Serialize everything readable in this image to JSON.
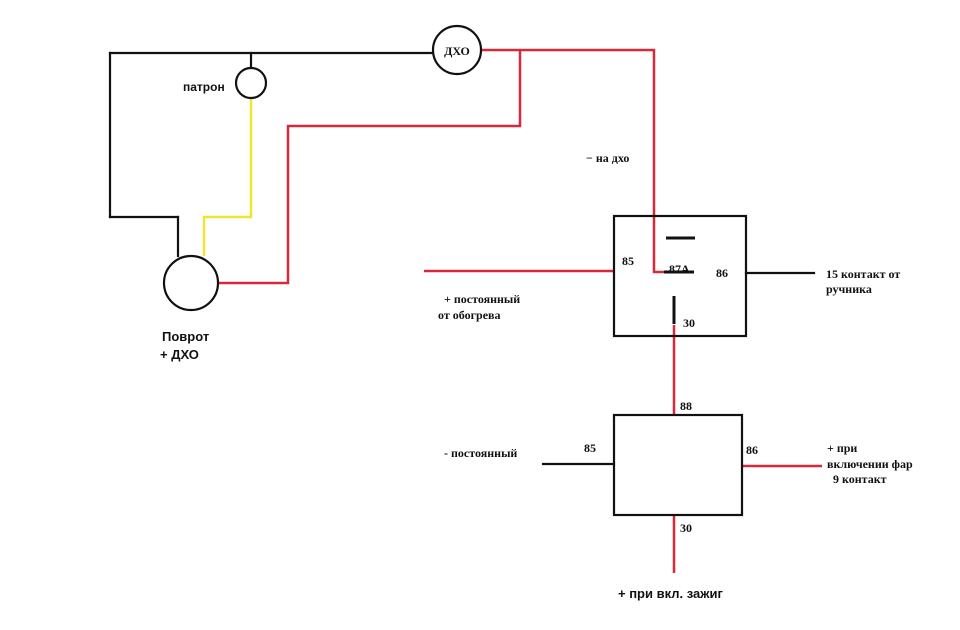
{
  "colors": {
    "black_wire": "#111111",
    "red_wire": "#d62a3a",
    "yellow_wire": "#f2e531",
    "background": "#ffffff"
  },
  "labels": {
    "dho_lamp": "ДХО",
    "patron": "патрон",
    "povrot_line1": "Поврот",
    "povrot_line2": "+ ДХО",
    "minus_na_dho": "− на дхо",
    "postoyanny_obogrev_line1": "+ постоянный",
    "postoyanny_obogrev_line2": "от обогрева",
    "kontakt15_line1": "15 контакт от",
    "kontakt15_line2": "ручника",
    "minus_postoyanny": "- постоянный",
    "fary_line1": "+ при",
    "fary_line2": "включении фар",
    "fary_line3": "9 контакт",
    "zazhig": "+ при вкл. зажиг"
  },
  "relay1": {
    "pin85": "85",
    "pin86": "86",
    "pin87a": "87A",
    "pin30": "30"
  },
  "relay2": {
    "pin85": "85",
    "pin86": "86",
    "pin88": "88",
    "pin30": "30"
  }
}
